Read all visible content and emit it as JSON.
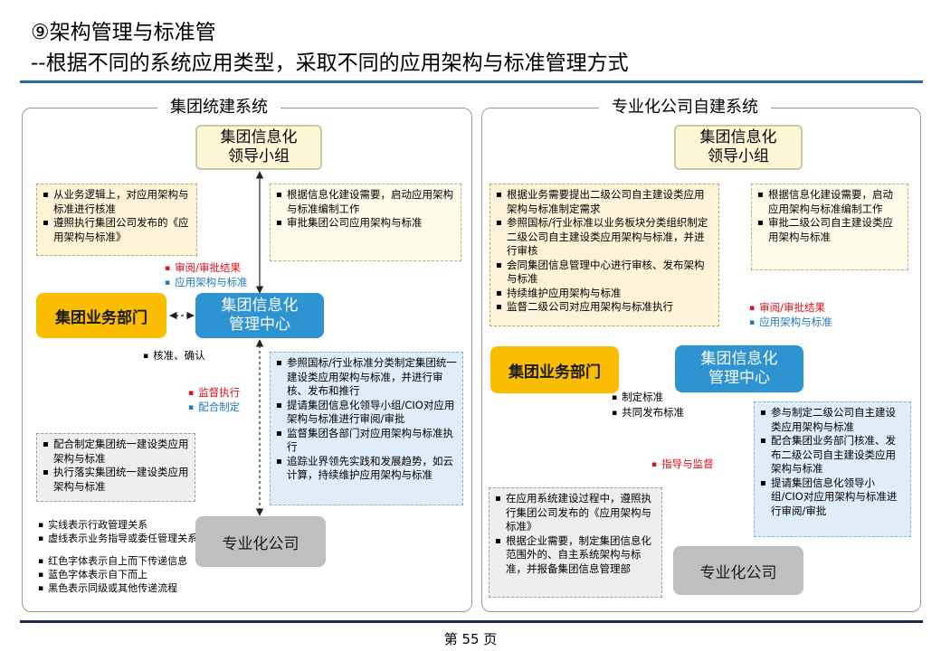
{
  "title": {
    "line1": "⑨架构管理与标准管",
    "line2": "--根据不同的系统应用类型，采取不同的应用架构与标准管理方式"
  },
  "footer": {
    "page": "第 55 页"
  },
  "left": {
    "heading": "集团统建系统",
    "leader_group": {
      "line1": "集团信息化",
      "line2": "领导小组"
    },
    "business_dept": "集团业务部门",
    "it_center": {
      "line1": "集团信息化",
      "line2": "管理中心"
    },
    "subsidiary": "专业化公司",
    "note_top_left": [
      "从业务逻辑上，对应用架构与标准进行核准",
      "遵照执行集团公司发布的《应用架构与标准》"
    ],
    "note_top_right": [
      "根据信息化建设需要，启动应用架构与标准编制工作",
      "审批集团公司应用架构与标准"
    ],
    "note_mid_right": [
      "参照国标/行业标准分类制定集团统一建设类应用架构与标准，并进行审核、发布和推行",
      "提请集团信息化领导小组/CIO对应用架构与标准进行审阅/审批",
      "监督集团各部门对应用架构与标准执行",
      "追踪业界领先实践和发展趋势，如云计算，持续维护应用架构与标准"
    ],
    "note_low_left": [
      "配合制定集团统一建设类应用架构与标准",
      "执行落实集团统一建设类应用架构与标准"
    ],
    "label_review": "审阅/审批结果",
    "label_arch": "应用架构与标准",
    "label_approve": "核准、确认",
    "label_supervise": "监督执行",
    "label_cooperate": "配合制定",
    "legend": [
      "实线表示行政管理关系",
      "虚线表示业务指导或委任管理关系",
      "红色字体表示自上而下传递信息",
      "蓝色字体表示自下而上",
      "黑色表示同级或其他传递流程"
    ]
  },
  "right": {
    "heading": "专业化公司自建系统",
    "leader_group": {
      "line1": "集团信息化",
      "line2": "领导小组"
    },
    "business_dept": "集团业务部门",
    "it_center": {
      "line1": "集团信息化",
      "line2": "管理中心"
    },
    "subsidiary": "专业化公司",
    "note_top_left": [
      "根据业务需要提出二级公司自主建设类应用架构与标准制定需求",
      "参照国标/行业标准以业务板块分类组织制定二级公司自主建设类应用架构与标准，并进行审核",
      "会同集团信息管理中心进行审核、发布架构与标准",
      "持续维护应用架构与标准",
      "监督二级公司对应用架构与标准执行"
    ],
    "note_top_right": [
      "根据信息化建设需要，启动应用架构与标准编制工作",
      "审批二级公司自主建设类应用架构与标准"
    ],
    "note_mid_right": [
      "参与制定二级公司自主建设类应用架构与标准",
      "配合集团业务部门核准、发布二级公司自主建设类应用架构与标准",
      "提请集团信息化领导小组/CIO对应用架构与标准进行审阅/审批"
    ],
    "note_low_left": [
      "在应用系统建设过程中，遵照执行集团公司发布的《应用架构与标准》",
      "根据企业需要，制定集团信息化范围外的、自主系统架构与标准，并报备集团信息管理部"
    ],
    "label_review": "审阅/审批结果",
    "label_arch": "应用架构与标准",
    "label_set": "制定标准",
    "label_publish": "共同发布标准",
    "label_guide": "指导与监督"
  },
  "colors": {
    "title_rule": "#1f6cb0",
    "business_dept": "#fbbd00",
    "it_center": "#2e93d1",
    "subsidiary": "#bfbfbf",
    "leader_group": "#fdf7d6",
    "red_text": "#e0101a",
    "blue_text": "#1f78c1"
  }
}
